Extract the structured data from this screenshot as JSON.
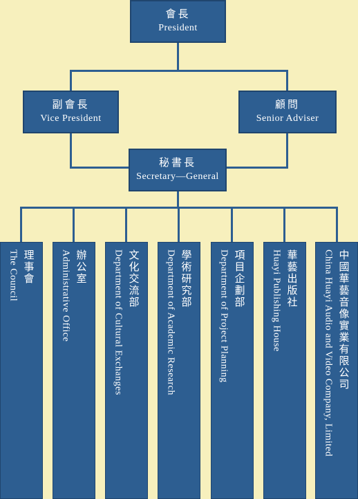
{
  "president": {
    "zh": "會長",
    "en": "President"
  },
  "vice_president": {
    "zh": "副會長",
    "en": "Vice President"
  },
  "senior_adviser": {
    "zh": "顧問",
    "en": "Senior Adviser"
  },
  "secretary_general": {
    "zh": "秘書長",
    "en": "Secretary—General"
  },
  "departments": [
    {
      "zh": "理事會",
      "en": "The Council"
    },
    {
      "zh": "辦公室",
      "en": "Administrative Office"
    },
    {
      "zh": "文化交流部",
      "en": "Department of Cultural Exchanges"
    },
    {
      "zh": "學術研究部",
      "en": "Department of Academic Research"
    },
    {
      "zh": "項目企劃部",
      "en": "Department of Project Planning"
    },
    {
      "zh": "華藝出版社",
      "en": "Huayi Publishing House"
    },
    {
      "zh": "中國華藝音像實業有限公司",
      "en": "China Huayi Audio and Video Company, Limited"
    }
  ],
  "colors": {
    "background": "#f7f0bd",
    "box": "#2d5e91",
    "text": "#ffffff"
  }
}
